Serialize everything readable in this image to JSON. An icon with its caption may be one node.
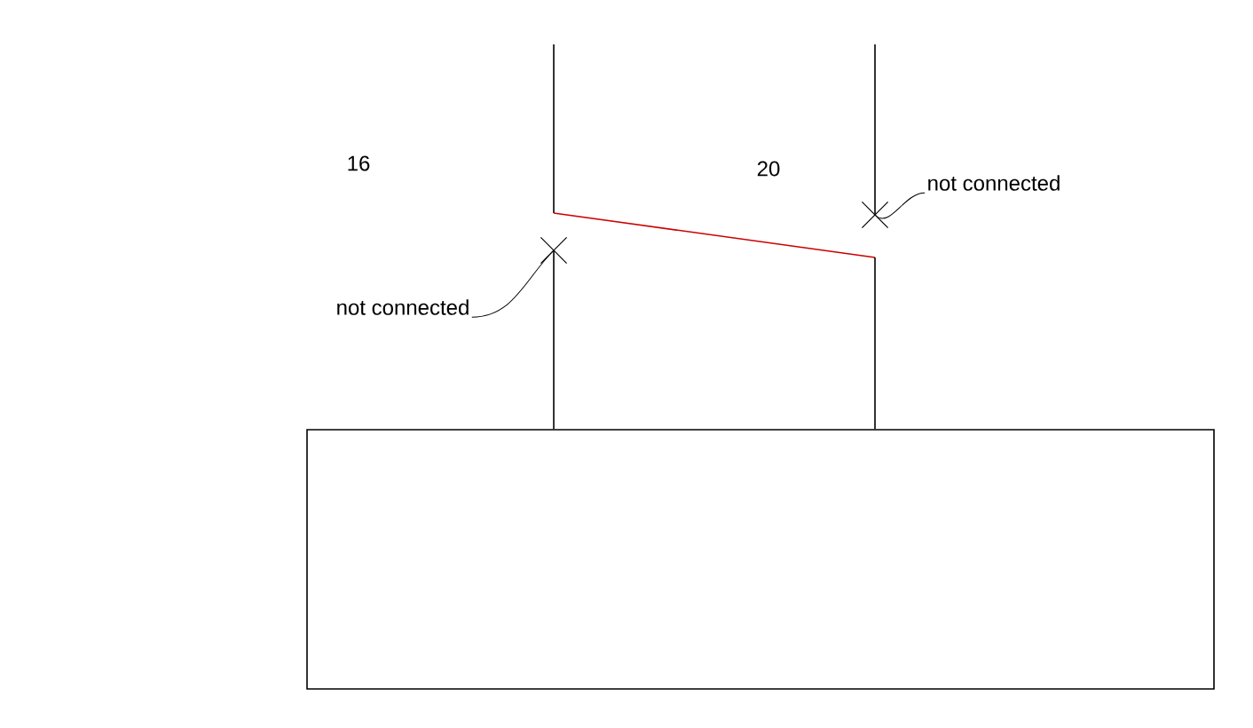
{
  "diagram": {
    "nodes": [
      {
        "text": [],
        "shape": "box"
      },
      {
        "text": [],
        "shape": "cross"
      },
      {
        "text": [],
        "shape": "cross"
      },
      {
        "text": [
          "not connected"
        ]
      },
      {
        "text": [
          "not connected"
        ]
      }
    ],
    "edges": [
      {
        "from": 3,
        "to": 1,
        "arrow": "none"
      },
      {
        "from": 4,
        "to": 2,
        "arrow": "none"
      },
      {
        "from": 1,
        "to": 0,
        "arrow": "none"
      },
      {
        "from": null,
        "to": 2,
        "arrow": "none"
      },
      {
        "from": null,
        "to": 0,
        "arrow": "none",
        "color": "#cc0000"
      }
    ],
    "labels": [
      "16",
      "20"
    ]
  }
}
